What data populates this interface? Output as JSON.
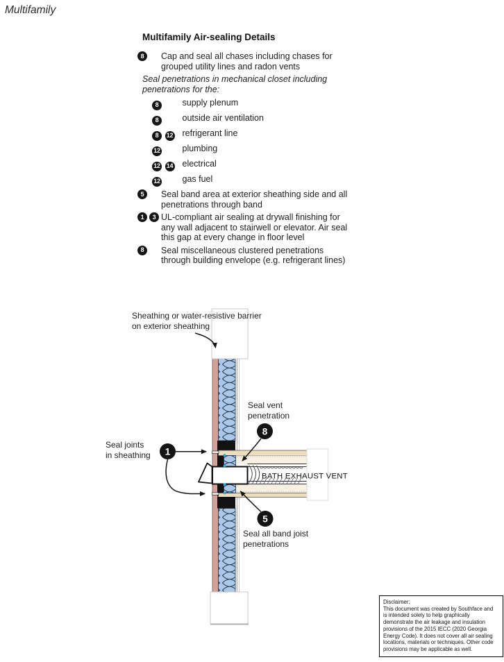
{
  "page": {
    "title": "Multifamily"
  },
  "details": {
    "heading": "Multifamily Air-sealing Details",
    "items": [
      {
        "badges": [
          "8"
        ],
        "text": "Cap and seal all chases including chases for\ngrouped utility lines and radon vents"
      },
      {
        "badges": [],
        "text": "Seal penetrations in mechanical closet including\npenetrations for the:"
      },
      {
        "badges": [
          "8"
        ],
        "text": "supply plenum"
      },
      {
        "badges": [
          "8"
        ],
        "text": "outside air ventilation"
      },
      {
        "badges": [
          "8",
          "12"
        ],
        "text": "refrigerant line"
      },
      {
        "badges": [
          "12"
        ],
        "text": "plumbing"
      },
      {
        "badges": [
          "12",
          "14"
        ],
        "text": "electrical"
      },
      {
        "badges": [
          "12"
        ],
        "text": "gas fuel"
      },
      {
        "badges": [
          "5"
        ],
        "text": "Seal band area at exterior sheathing side and all\npenetrations through band"
      },
      {
        "badges": [
          "1",
          "3"
        ],
        "text": "UL-compliant air sealing at drywall finishing for\nany wall adjacent to stairwell or elevator. Air seal\nthis gap at every change in floor level"
      },
      {
        "badges": [
          "8"
        ],
        "text": "Seal miscellaneous clustered penetrations\nthrough building envelope (e.g. refrigerant lines)"
      }
    ]
  },
  "diagram": {
    "labels": {
      "sheathing": "Sheathing or water-resistive barrier\non exterior sheathing",
      "seal_vent": "Seal vent\npenetration",
      "seal_joints": "Seal joints\nin sheathing",
      "seal_band": "Seal all band joist\npenetrations",
      "duct": "BATH EXHAUST VENT"
    },
    "callouts": {
      "c1": "1",
      "c8": "8",
      "c5": "5"
    },
    "colors": {
      "sheathing_pink": "#d5a29b",
      "insulation_blue": "#abc8e8",
      "sealant_cyan": "#2aabe2",
      "subfloor_tan": "#ecdeba",
      "floor_cream": "#f8f0e0",
      "callout_black": "#141414"
    }
  },
  "disclaimer": {
    "title": "Disclaimer:",
    "body": "This document was created by Southface and\nis intended solely to help graphically\ndemonstrate the air leakage and insulation\nprovisions of the 2015 IECC (2020 Georgia\nEnergy Code).  It does not cover all air sealing\nlocations, materials or techniques. Other code\nprovisions may be applicable as well."
  }
}
